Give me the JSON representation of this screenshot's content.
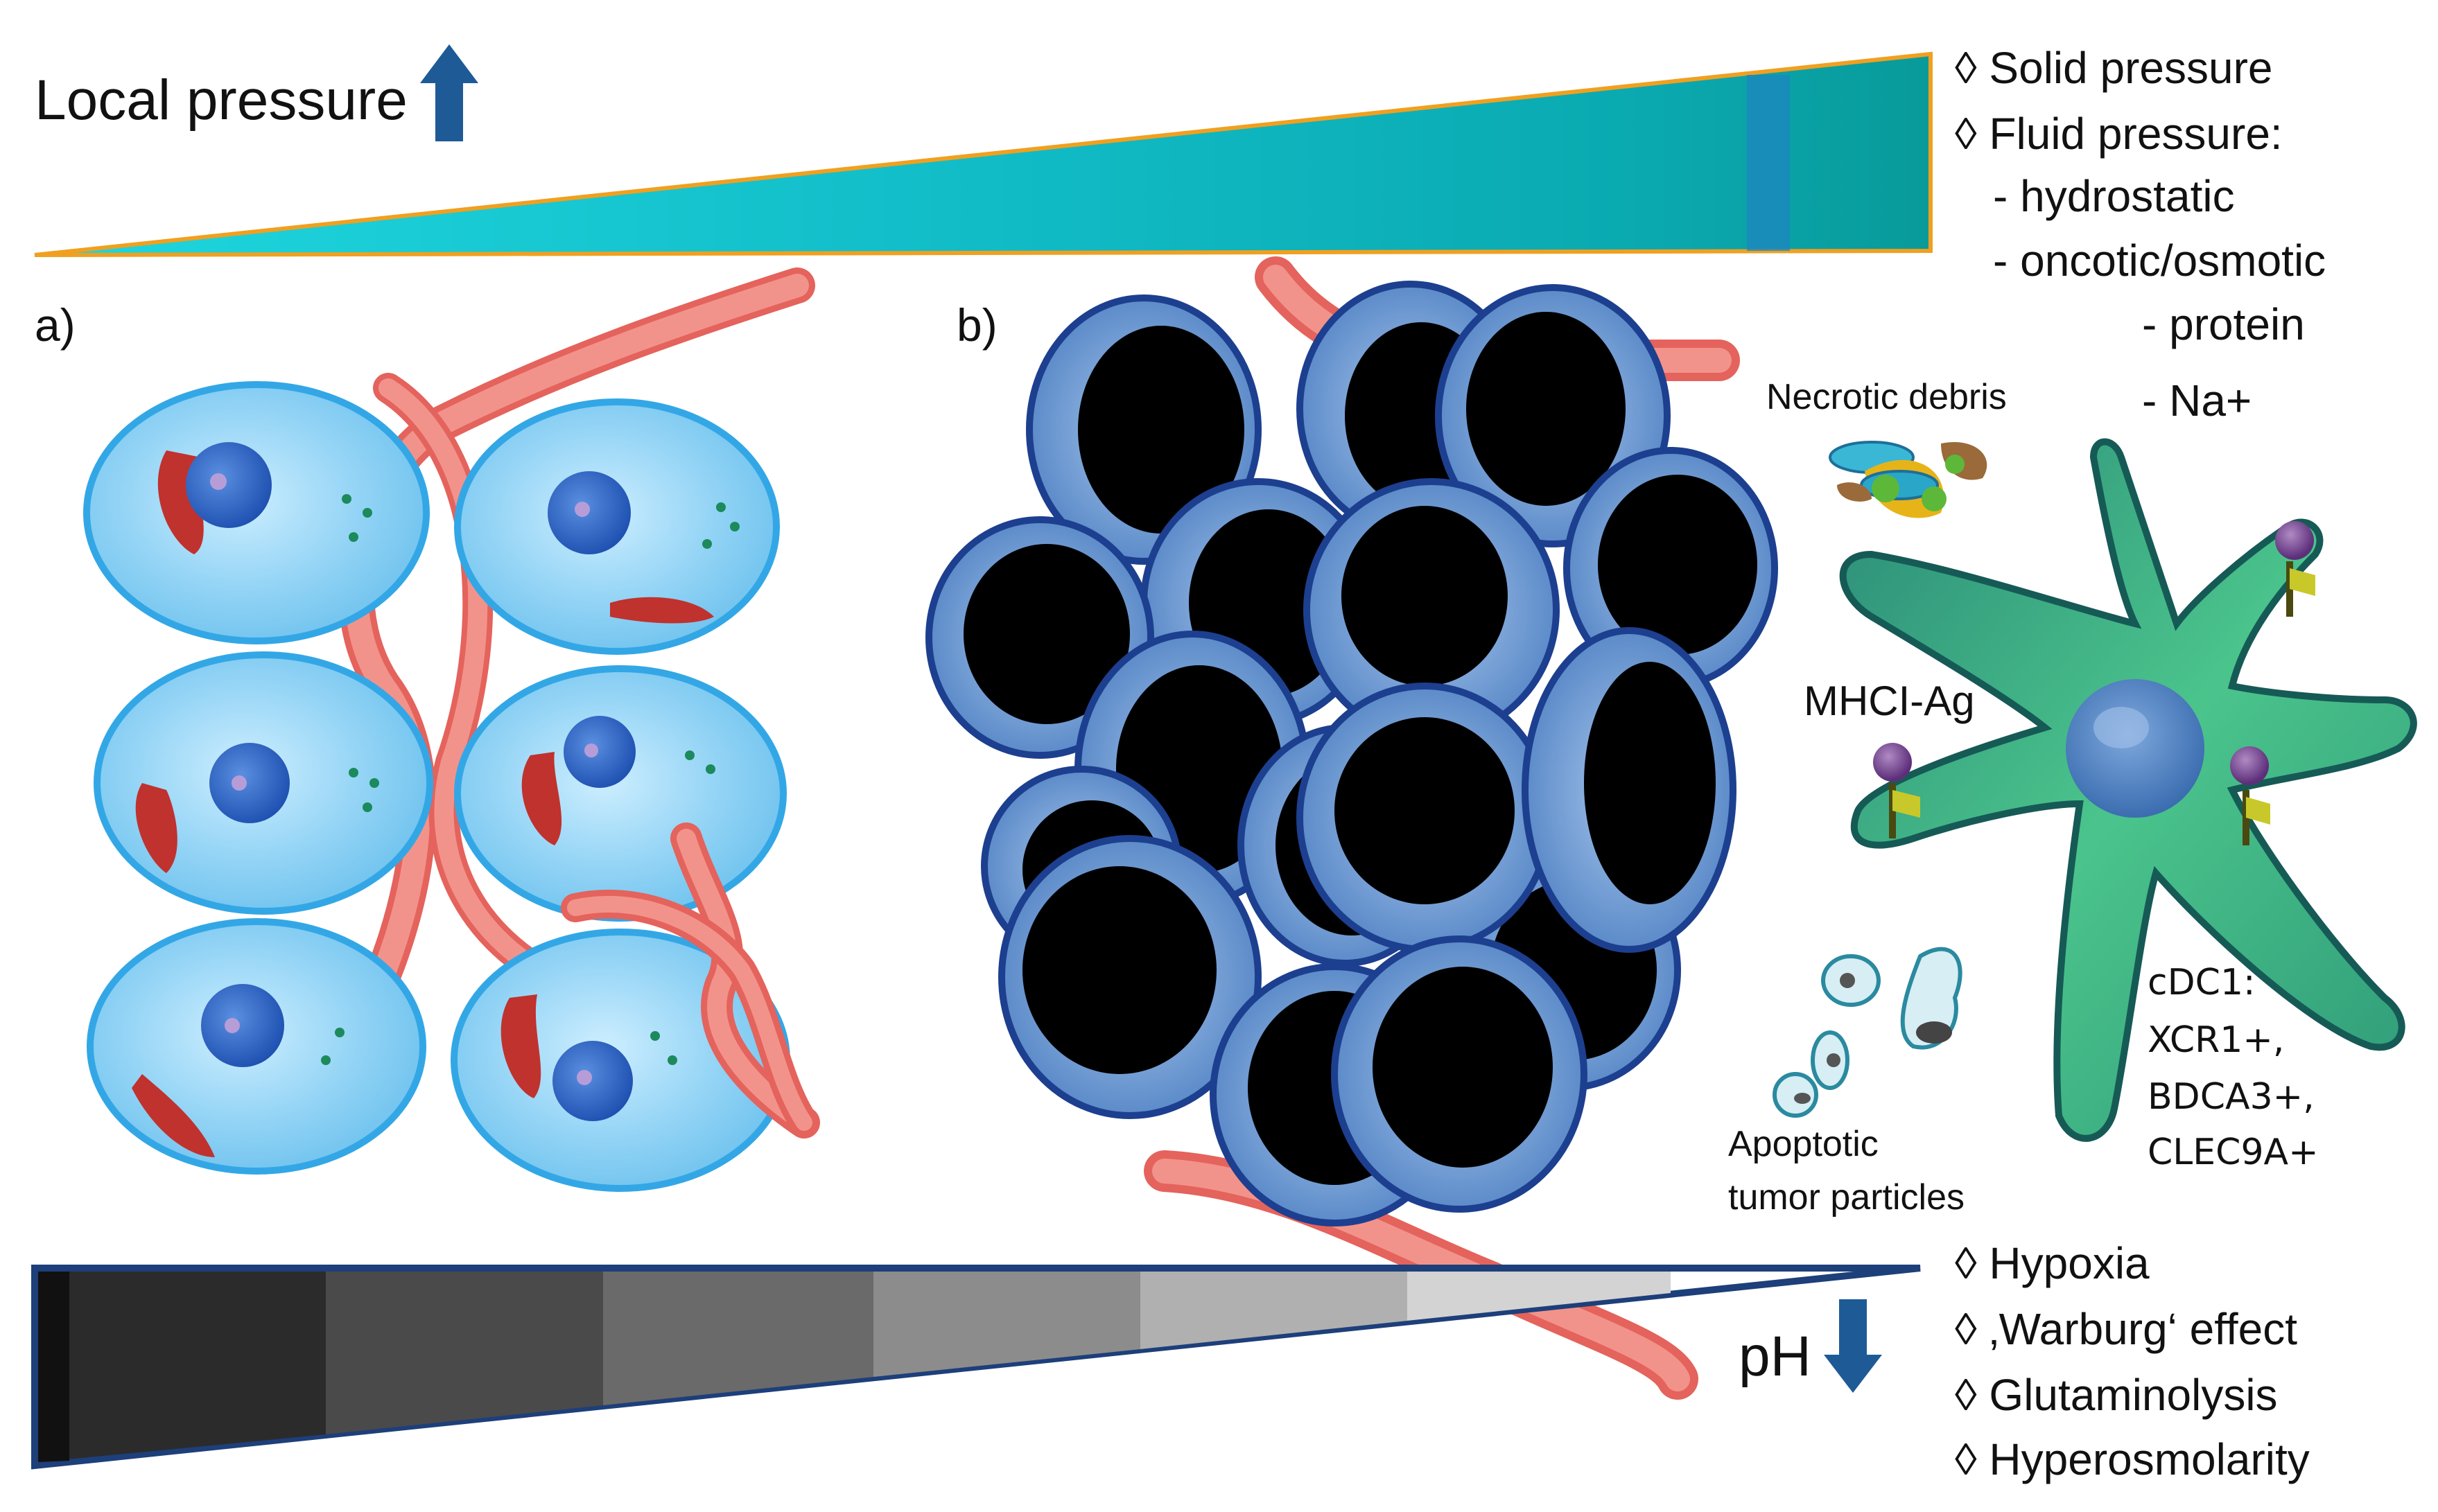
{
  "top": {
    "title": "Local pressure",
    "list": [
      "◊ Solid pressure",
      "◊ Fluid pressure:",
      "- hydrostatic",
      "- oncotic/osmotic",
      "- protein",
      "- Na+"
    ]
  },
  "panels": {
    "a": "a)",
    "b": "b)"
  },
  "labels": {
    "necrotic": "Necrotic debris",
    "mhc": "MHCI-Ag",
    "apoptotic_1": "Apoptotic",
    "apoptotic_2": "tumor particles",
    "cdc1_1": "cDC1:",
    "cdc1_2": "XCR1+,",
    "cdc1_3": "BDCA3+,",
    "cdc1_4": "CLEC9A+"
  },
  "bottom": {
    "ph": "pH",
    "list": [
      "◊ Hypoxia",
      "◊ ‚Warburg‘ effect",
      "◊ Glutaminolysis",
      "◊ Hyperosmolarity"
    ]
  },
  "colors": {
    "teal_wedge": "#11b5bf",
    "arrow_blue": "#1e5a96",
    "cell_blue": "#7cc8ef",
    "vessel_red": "#ee7b73",
    "mito_red": "#c0322e",
    "tumor_blue": "#5b8fc9",
    "dc_green": "#3fb886"
  }
}
